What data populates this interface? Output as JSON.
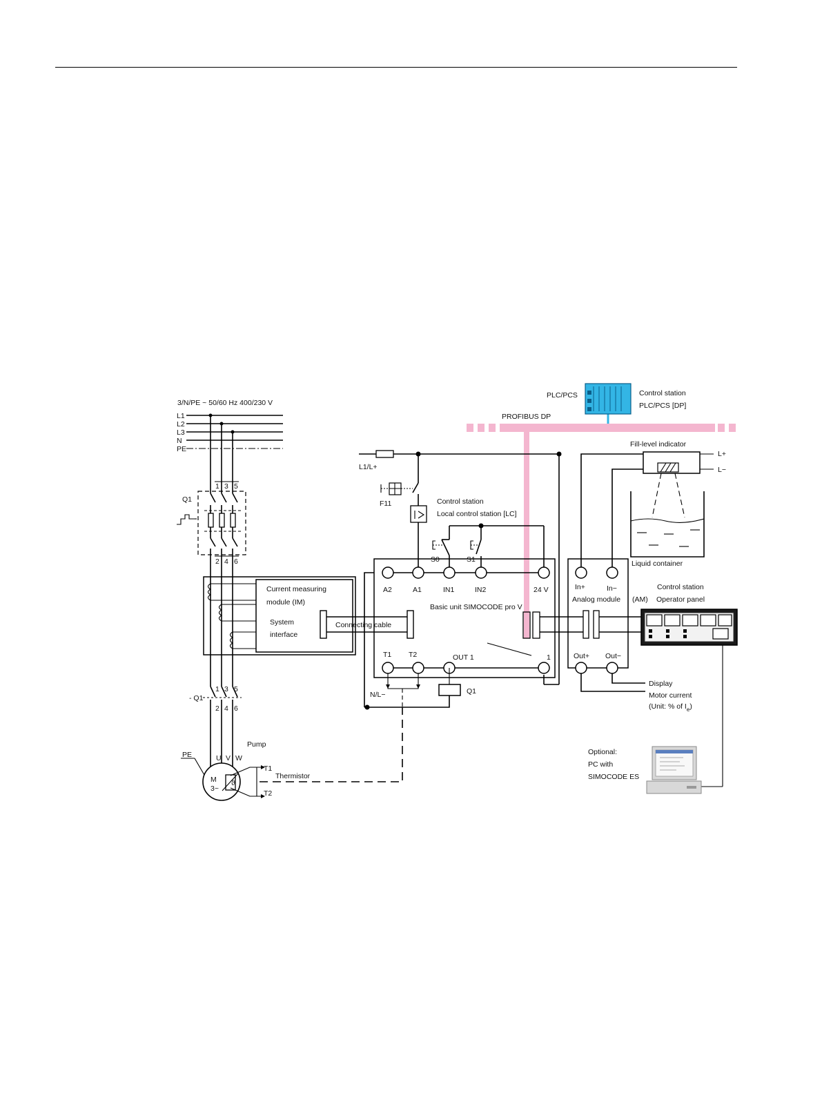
{
  "colors": {
    "bus": "#f4b6cf",
    "plc": "#33b5e5",
    "panel": "#1a1a1a"
  },
  "supply": {
    "spec": "3/N/PE   ~ 50/60 Hz   400/230 V",
    "lines": [
      "L1",
      "L2",
      "L3",
      "N",
      "PE"
    ]
  },
  "q1": {
    "label": "Q1",
    "top_terminals": [
      "1",
      "3",
      "5"
    ],
    "bottom_terminals": [
      "2",
      "4",
      "6"
    ]
  },
  "q1_lower": {
    "label": "- Q1",
    "top_terminals": [
      "1",
      "3",
      "5"
    ],
    "bottom_terminals": [
      "2",
      "4",
      "6"
    ]
  },
  "current_module": {
    "line1": "Current measuring",
    "line2": "module (IM)",
    "line3": "System",
    "line4": "interface"
  },
  "connecting_cable": "Connecting cable",
  "motor": {
    "pump": "Pump",
    "pe": "PE",
    "phases": [
      "U",
      "V",
      "W"
    ],
    "m": "M",
    "three_phase": "3~",
    "theta": "ϑ",
    "t1": "T1",
    "t2": "T2",
    "thermistor": "Thermistor"
  },
  "plc": {
    "label": "PLC/PCS",
    "station_line1": "Control station",
    "station_line2": "PLC/PCS [DP]",
    "bus_label": "PROFIBUS DP"
  },
  "power": {
    "l1": "L1/L+",
    "f11": "F11",
    "nl": "N/L−"
  },
  "local_station": {
    "line1": "Control station",
    "line2": "Local control station [LC]",
    "s0": "S0",
    "s1": "S1"
  },
  "basic_unit": {
    "label": "Basic unit SIMOCODE pro V",
    "terminals": [
      "A2",
      "A1",
      "IN1",
      "IN2",
      "24 V"
    ],
    "bottom_terminals": [
      "T1",
      "T2",
      "OUT 1",
      "1"
    ],
    "coil": "Q1"
  },
  "analog_module": {
    "in_plus": "In+",
    "in_minus": "In−",
    "label": "Analog module",
    "am": "(AM)",
    "out_plus": "Out+",
    "out_minus": "Out−"
  },
  "fill_level": {
    "label": "Fill-level indicator",
    "lplus": "L+",
    "lminus": "L−",
    "container": "Liquid container"
  },
  "operator_panel": {
    "line1": "Control station",
    "line2": "Operator panel"
  },
  "display": {
    "line1": "Display",
    "line2": "Motor current",
    "line3": "(Unit: % of I",
    "sub": "e",
    "close": ")"
  },
  "pc": {
    "line1": "Optional:",
    "line2": "PC with",
    "line3": "SIMOCODE ES"
  }
}
